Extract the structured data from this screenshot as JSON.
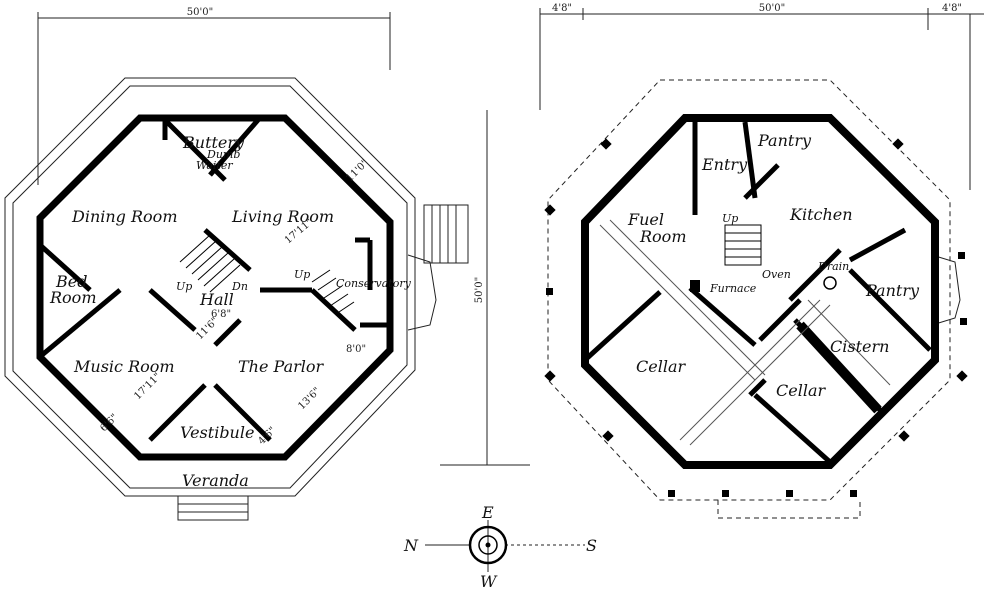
{
  "first_floor": {
    "dim_top": "50'0\"",
    "dim_side": "50'0\"",
    "rooms": {
      "buttery": "Buttery",
      "dumb_waiter_1": "Dumb",
      "dumb_waiter_2": "Waiter",
      "dining_room": "Dining Room",
      "living_room": "Living Room",
      "bed_room_1": "Bed",
      "bed_room_2": "Room",
      "hall": "Hall",
      "conservatory": "Conservatory",
      "music_room": "Music Room",
      "the_parlor": "The Parlor",
      "vestibule": "Vestibule",
      "veranda": "Veranda"
    },
    "notes": {
      "up_1": "Up",
      "dn": "Dn",
      "up_2": "Up",
      "d_17_11_a": "17'11\"",
      "d_17_11_b": "17'11\"",
      "d_11_0": "11'0\"",
      "d_11_6": "11'6\"",
      "d_13_6": "13'6\"",
      "d_4_6": "4'6\"",
      "d_6_8": "6'8\"",
      "d_8_0": "8'0\"",
      "d_6_6": "6'6\""
    }
  },
  "basement": {
    "dim_left": "4'8\"",
    "dim_top": "50'0\"",
    "dim_right": "4'8\"",
    "rooms": {
      "entry": "Entry",
      "pantry_top": "Pantry",
      "fuel_room_1": "Fuel",
      "fuel_room_2": "Room",
      "kitchen": "Kitchen",
      "up": "Up",
      "oven": "Oven",
      "drain": "Drain",
      "furnace": "Furnace",
      "pantry_right": "Pantry",
      "cistern": "Cistern",
      "cellar_left": "Cellar",
      "cellar_right": "Cellar"
    }
  },
  "compass": {
    "north": "N",
    "south": "S",
    "east": "E",
    "west": "W"
  }
}
